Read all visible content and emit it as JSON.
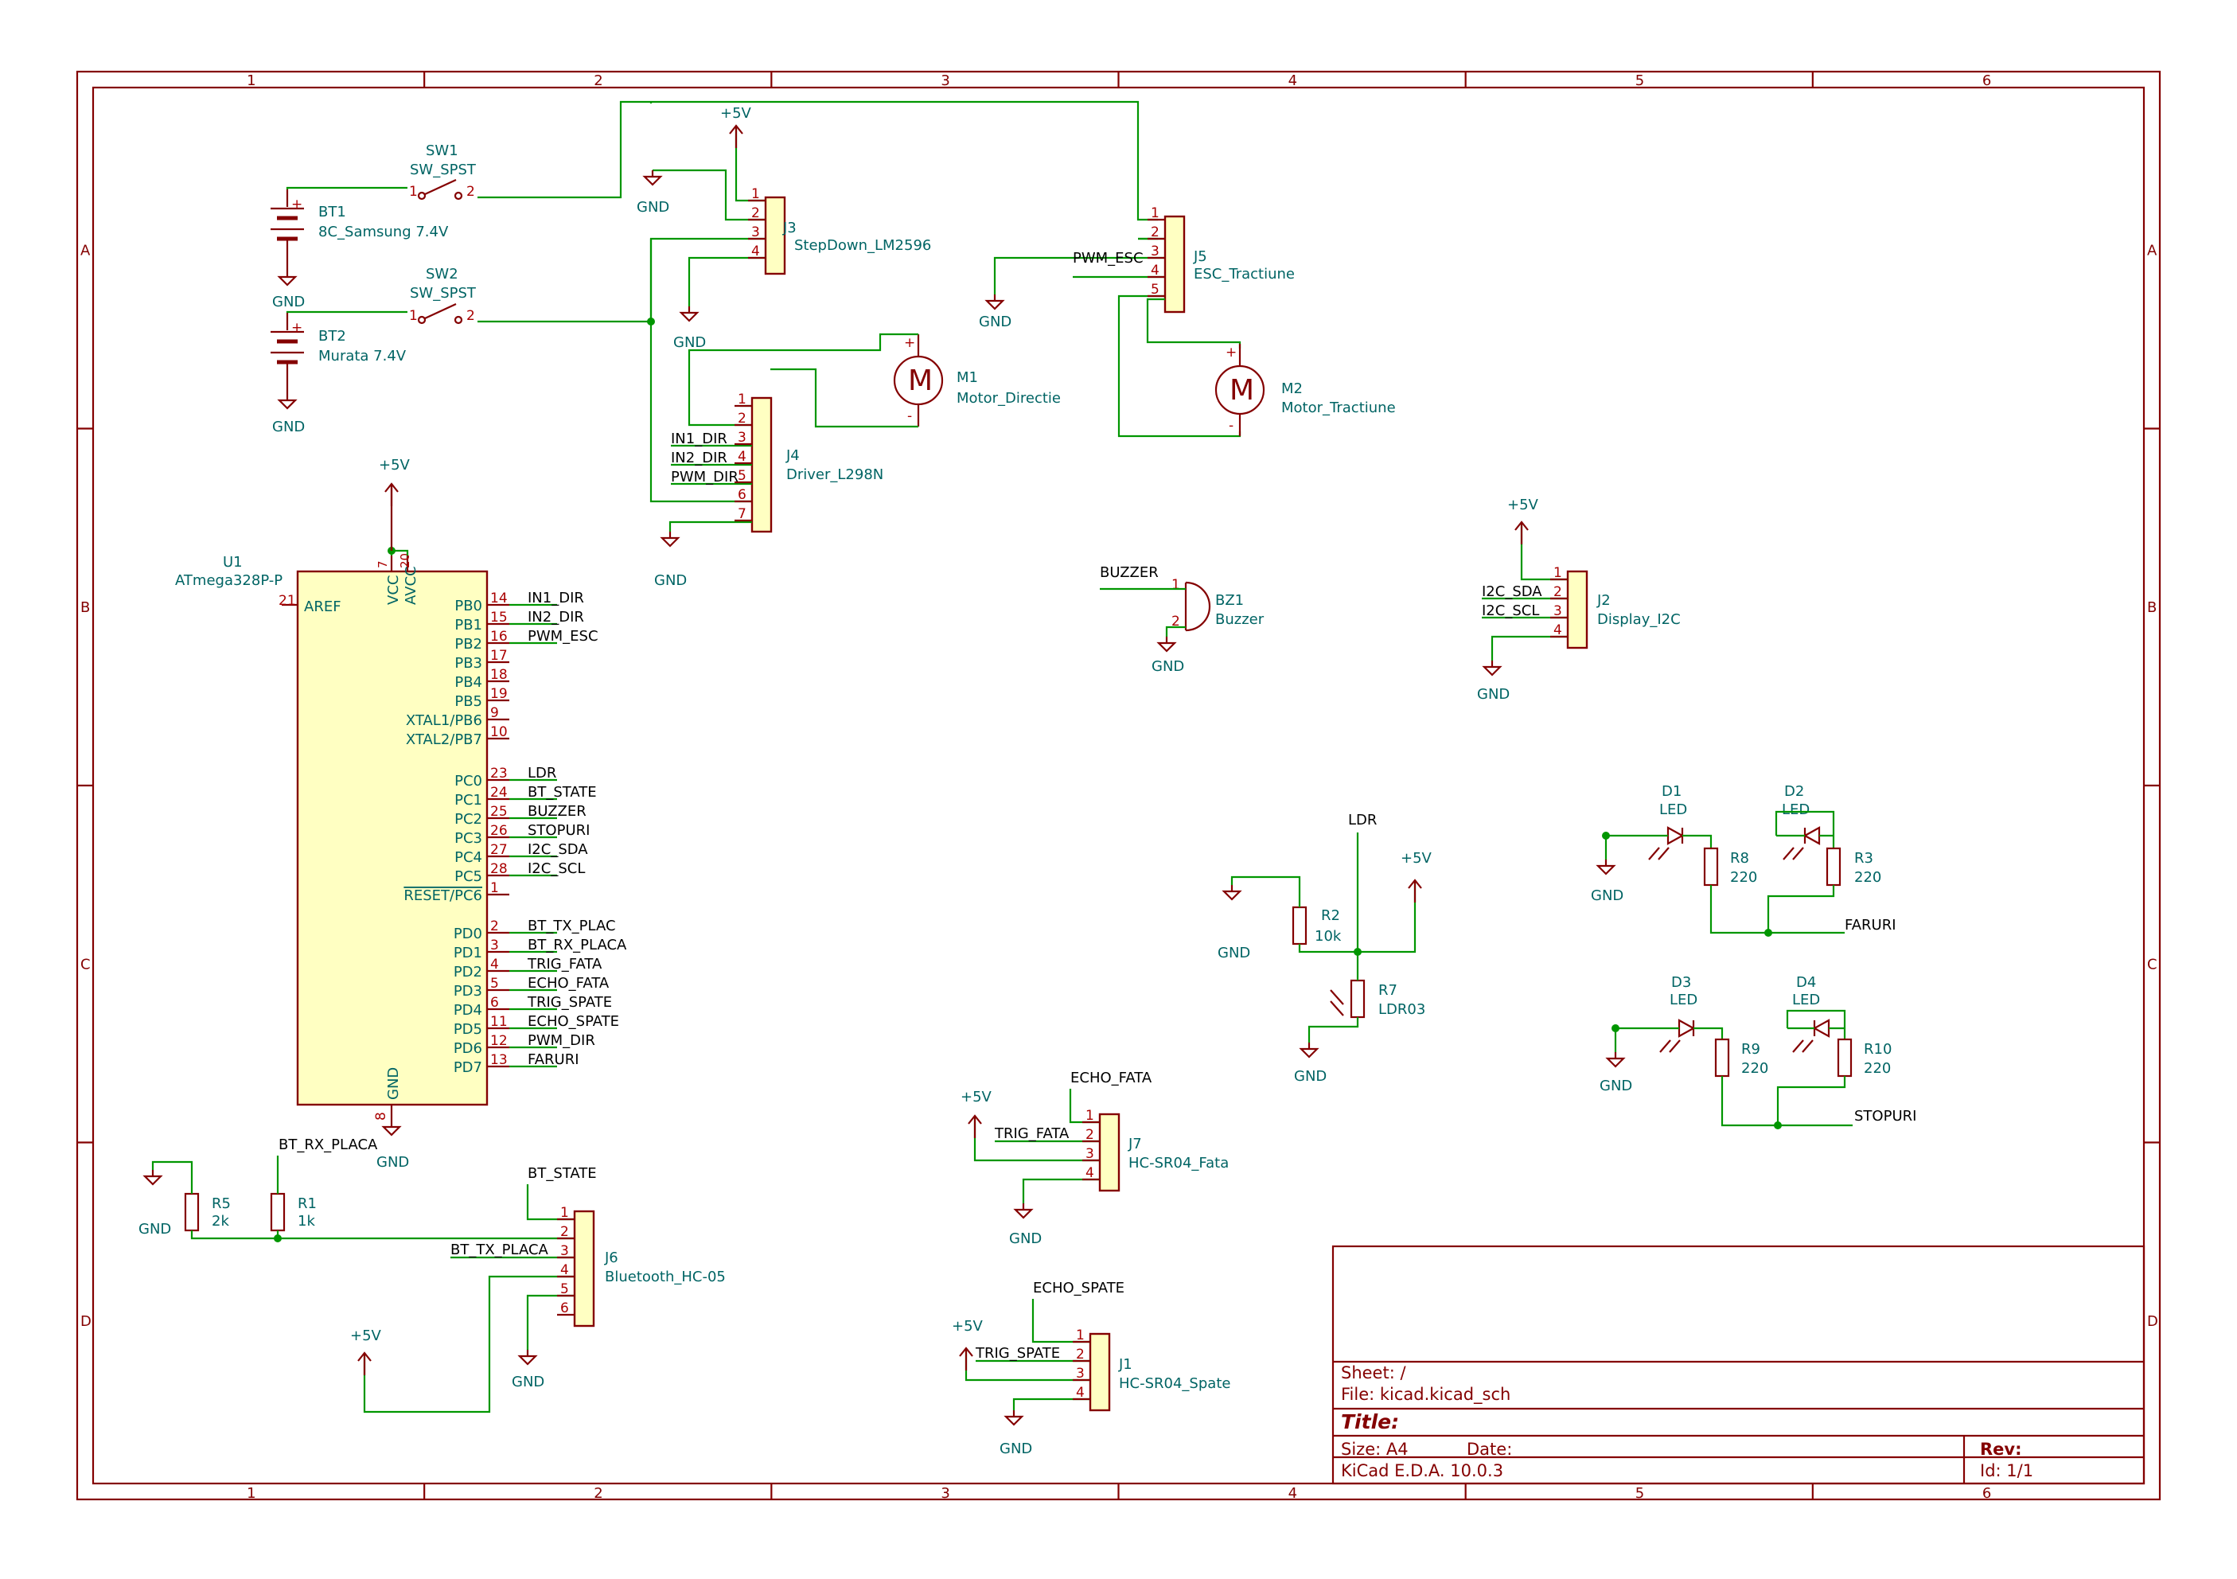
{
  "frame": {
    "columns": [
      "1",
      "2",
      "3",
      "4",
      "5",
      "6"
    ],
    "rows": [
      "A",
      "B",
      "C",
      "D"
    ]
  },
  "title_block": {
    "sheet": "Sheet: /",
    "file": "File: kicad.kicad_sch",
    "title": "Title:",
    "size": "Size: A4",
    "date": "Date:",
    "rev": "Rev:",
    "tool": "KiCad E.D.A. 10.0.3",
    "id": "Id: 1/1"
  },
  "power": {
    "vcc": "+5V",
    "gnd": "GND"
  },
  "components": {
    "sw1": {
      "ref": "SW1",
      "value": "SW_SPST"
    },
    "sw2": {
      "ref": "SW2",
      "value": "SW_SPST"
    },
    "bt1": {
      "ref": "BT1",
      "value": "8C_Samsung 7.4V"
    },
    "bt2": {
      "ref": "BT2",
      "value": "Murata 7.4V"
    },
    "j3": {
      "ref": "J3",
      "value": "StepDown_LM2596"
    },
    "j5": {
      "ref": "J5",
      "value": "ESC_Tractiune"
    },
    "m1": {
      "ref": "M1",
      "value": "Motor_Directie"
    },
    "m2": {
      "ref": "M2",
      "value": "Motor_Tractiune"
    },
    "j4": {
      "ref": "J4",
      "value": "Driver_L298N"
    },
    "u1": {
      "ref": "U1",
      "value": "ATmega328P-P"
    },
    "bz1": {
      "ref": "BZ1",
      "value": "Buzzer"
    },
    "j2": {
      "ref": "J2",
      "value": "Display_I2C"
    },
    "d1": {
      "ref": "D1",
      "value": "LED"
    },
    "d2": {
      "ref": "D2",
      "value": "LED"
    },
    "d3": {
      "ref": "D3",
      "value": "LED"
    },
    "d4": {
      "ref": "D4",
      "value": "LED"
    },
    "r8": {
      "ref": "R8",
      "value": "220"
    },
    "r3": {
      "ref": "R3",
      "value": "220"
    },
    "r9": {
      "ref": "R9",
      "value": "220"
    },
    "r10": {
      "ref": "R10",
      "value": "220"
    },
    "r2": {
      "ref": "R2",
      "value": "10k"
    },
    "r7": {
      "ref": "R7",
      "value": "LDR03"
    },
    "r5": {
      "ref": "R5",
      "value": "2k"
    },
    "r1": {
      "ref": "R1",
      "value": "1k"
    },
    "j6": {
      "ref": "J6",
      "value": "Bluetooth_HC-05"
    },
    "j7": {
      "ref": "J7",
      "value": "HC-SR04_Fata"
    },
    "j1": {
      "ref": "J1",
      "value": "HC-SR04_Spate"
    }
  },
  "mcu": {
    "top_pins": [
      {
        "name": "VCC",
        "num": "7"
      },
      {
        "name": "AVCC",
        "num": "20"
      }
    ],
    "aref": {
      "name": "AREF",
      "num": "21"
    },
    "gnd_pin": {
      "name": "GND",
      "num": "8"
    },
    "right_pins": [
      {
        "name": "PB0",
        "num": "14",
        "net": "IN1_DIR"
      },
      {
        "name": "PB1",
        "num": "15",
        "net": "IN2_DIR"
      },
      {
        "name": "PB2",
        "num": "16",
        "net": "PWM_ESC"
      },
      {
        "name": "PB3",
        "num": "17",
        "net": ""
      },
      {
        "name": "PB4",
        "num": "18",
        "net": ""
      },
      {
        "name": "PB5",
        "num": "19",
        "net": ""
      },
      {
        "name": "XTAL1/PB6",
        "num": "9",
        "net": ""
      },
      {
        "name": "XTAL2/PB7",
        "num": "10",
        "net": ""
      },
      {
        "name": "PC0",
        "num": "23",
        "net": "LDR"
      },
      {
        "name": "PC1",
        "num": "24",
        "net": "BT_STATE"
      },
      {
        "name": "PC2",
        "num": "25",
        "net": "BUZZER"
      },
      {
        "name": "PC3",
        "num": "26",
        "net": "STOPURI"
      },
      {
        "name": "PC4",
        "num": "27",
        "net": "I2C_SDA"
      },
      {
        "name": "PC5",
        "num": "28",
        "net": "I2C_SCL"
      },
      {
        "name": "RESET/PC6",
        "num": "1",
        "net": ""
      },
      {
        "name": "PD0",
        "num": "2",
        "net": "BT_TX_PLAC"
      },
      {
        "name": "PD1",
        "num": "3",
        "net": "BT_RX_PLACA"
      },
      {
        "name": "PD2",
        "num": "4",
        "net": "TRIG_FATA"
      },
      {
        "name": "PD3",
        "num": "5",
        "net": "ECHO_FATA"
      },
      {
        "name": "PD4",
        "num": "6",
        "net": "TRIG_SPATE"
      },
      {
        "name": "PD5",
        "num": "11",
        "net": "ECHO_SPATE"
      },
      {
        "name": "PD6",
        "num": "12",
        "net": "PWM_DIR"
      },
      {
        "name": "PD7",
        "num": "13",
        "net": "FARURI"
      }
    ]
  },
  "net_labels": {
    "pwm_esc": "PWM_ESC",
    "in1_dir": "IN1_DIR",
    "in2_dir": "IN2_DIR",
    "pwm_dir": "PWM_DIR",
    "buzzer": "BUZZER",
    "i2c_sda": "I2C_SDA",
    "i2c_scl": "I2C_SCL",
    "ldr": "LDR",
    "faruri": "FARURI",
    "stopuri": "STOPURI",
    "echo_fata": "ECHO_FATA",
    "trig_fata": "TRIG_FATA",
    "echo_spate": "ECHO_SPATE",
    "trig_spate": "TRIG_SPATE",
    "bt_rx_placa": "BT_RX_PLACA",
    "bt_state": "BT_STATE",
    "bt_tx_placa": "BT_TX_PLACA"
  },
  "pin_numbers": [
    "1",
    "2",
    "3",
    "4",
    "5",
    "6",
    "7"
  ],
  "polarity": {
    "plus": "+",
    "minus": "-"
  },
  "motor_symbol": "M",
  "colors": {
    "frame": "#840000",
    "wire": "#009600",
    "component_fill": "#ffffc2",
    "label": "#006464"
  }
}
